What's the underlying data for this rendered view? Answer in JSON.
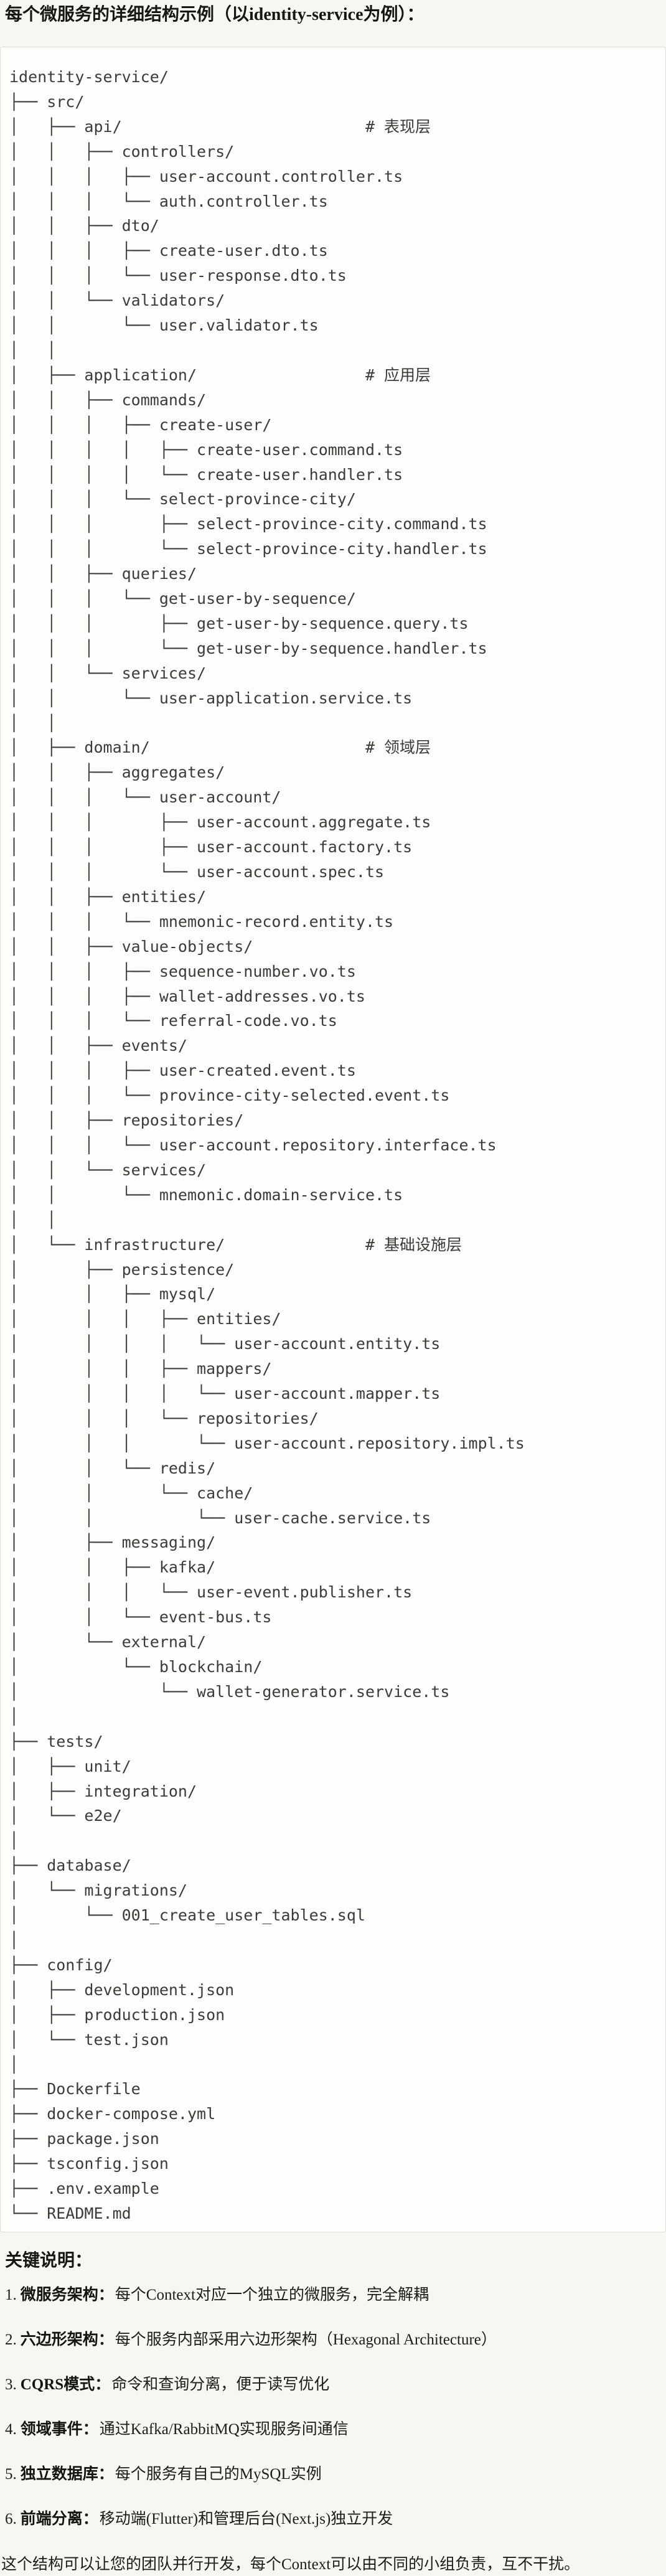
{
  "title": "每个微服务的详细结构示例（以identity-service为例）：",
  "colors": {
    "page_background": "#f8f6f1",
    "code_background": "#fdfdfb",
    "code_border": "#dfdcd3",
    "code_text": "#3b3b37",
    "body_text": "#1c1c18"
  },
  "tree": {
    "lines": [
      "identity-service/",
      "├── src/",
      "│   ├── api/                          # 表现层",
      "│   │   ├── controllers/",
      "│   │   │   ├── user-account.controller.ts",
      "│   │   │   └── auth.controller.ts",
      "│   │   ├── dto/",
      "│   │   │   ├── create-user.dto.ts",
      "│   │   │   └── user-response.dto.ts",
      "│   │   └── validators/",
      "│   │       └── user.validator.ts",
      "│   │",
      "│   ├── application/                  # 应用层",
      "│   │   ├── commands/",
      "│   │   │   ├── create-user/",
      "│   │   │   │   ├── create-user.command.ts",
      "│   │   │   │   └── create-user.handler.ts",
      "│   │   │   └── select-province-city/",
      "│   │   │       ├── select-province-city.command.ts",
      "│   │   │       └── select-province-city.handler.ts",
      "│   │   ├── queries/",
      "│   │   │   └── get-user-by-sequence/",
      "│   │   │       ├── get-user-by-sequence.query.ts",
      "│   │   │       └── get-user-by-sequence.handler.ts",
      "│   │   └── services/",
      "│   │       └── user-application.service.ts",
      "│   │",
      "│   ├── domain/                       # 领域层",
      "│   │   ├── aggregates/",
      "│   │   │   └── user-account/",
      "│   │   │       ├── user-account.aggregate.ts",
      "│   │   │       ├── user-account.factory.ts",
      "│   │   │       └── user-account.spec.ts",
      "│   │   ├── entities/",
      "│   │   │   └── mnemonic-record.entity.ts",
      "│   │   ├── value-objects/",
      "│   │   │   ├── sequence-number.vo.ts",
      "│   │   │   ├── wallet-addresses.vo.ts",
      "│   │   │   └── referral-code.vo.ts",
      "│   │   ├── events/",
      "│   │   │   ├── user-created.event.ts",
      "│   │   │   └── province-city-selected.event.ts",
      "│   │   ├── repositories/",
      "│   │   │   └── user-account.repository.interface.ts",
      "│   │   └── services/",
      "│   │       └── mnemonic.domain-service.ts",
      "│   │",
      "│   └── infrastructure/               # 基础设施层",
      "│       ├── persistence/",
      "│       │   ├── mysql/",
      "│       │   │   ├── entities/",
      "│       │   │   │   └── user-account.entity.ts",
      "│       │   │   ├── mappers/",
      "│       │   │   │   └── user-account.mapper.ts",
      "│       │   │   └── repositories/",
      "│       │   │       └── user-account.repository.impl.ts",
      "│       │   └── redis/",
      "│       │       └── cache/",
      "│       │           └── user-cache.service.ts",
      "│       ├── messaging/",
      "│       │   ├── kafka/",
      "│       │   │   └── user-event.publisher.ts",
      "│       │   └── event-bus.ts",
      "│       └── external/",
      "│           └── blockchain/",
      "│               └── wallet-generator.service.ts",
      "│",
      "├── tests/",
      "│   ├── unit/",
      "│   ├── integration/",
      "│   └── e2e/",
      "│",
      "├── database/",
      "│   └── migrations/",
      "│       └── 001_create_user_tables.sql",
      "│",
      "├── config/",
      "│   ├── development.json",
      "│   ├── production.json",
      "│   └── test.json",
      "│",
      "├── Dockerfile",
      "├── docker-compose.yml",
      "├── package.json",
      "├── tsconfig.json",
      "├── .env.example",
      "└── README.md"
    ]
  },
  "notes": {
    "heading": "关键说明：",
    "separator": "：",
    "items": [
      {
        "num": "1.",
        "term": "微服务架构",
        "desc": "每个Context对应一个独立的微服务，完全解耦"
      },
      {
        "num": "2.",
        "term": "六边形架构",
        "desc": "每个服务内部采用六边形架构（Hexagonal Architecture）"
      },
      {
        "num": "3.",
        "term": "CQRS模式",
        "desc": "命令和查询分离，便于读写优化"
      },
      {
        "num": "4.",
        "term": "领域事件",
        "desc": "通过Kafka/RabbitMQ实现服务间通信"
      },
      {
        "num": "5.",
        "term": "独立数据库",
        "desc": "每个服务有自己的MySQL实例"
      },
      {
        "num": "6.",
        "term": "前端分离",
        "desc": "移动端(Flutter)和管理后台(Next.js)独立开发"
      }
    ],
    "footer": "这个结构可以让您的团队并行开发，每个Context可以由不同的小组负责，互不干扰。"
  }
}
